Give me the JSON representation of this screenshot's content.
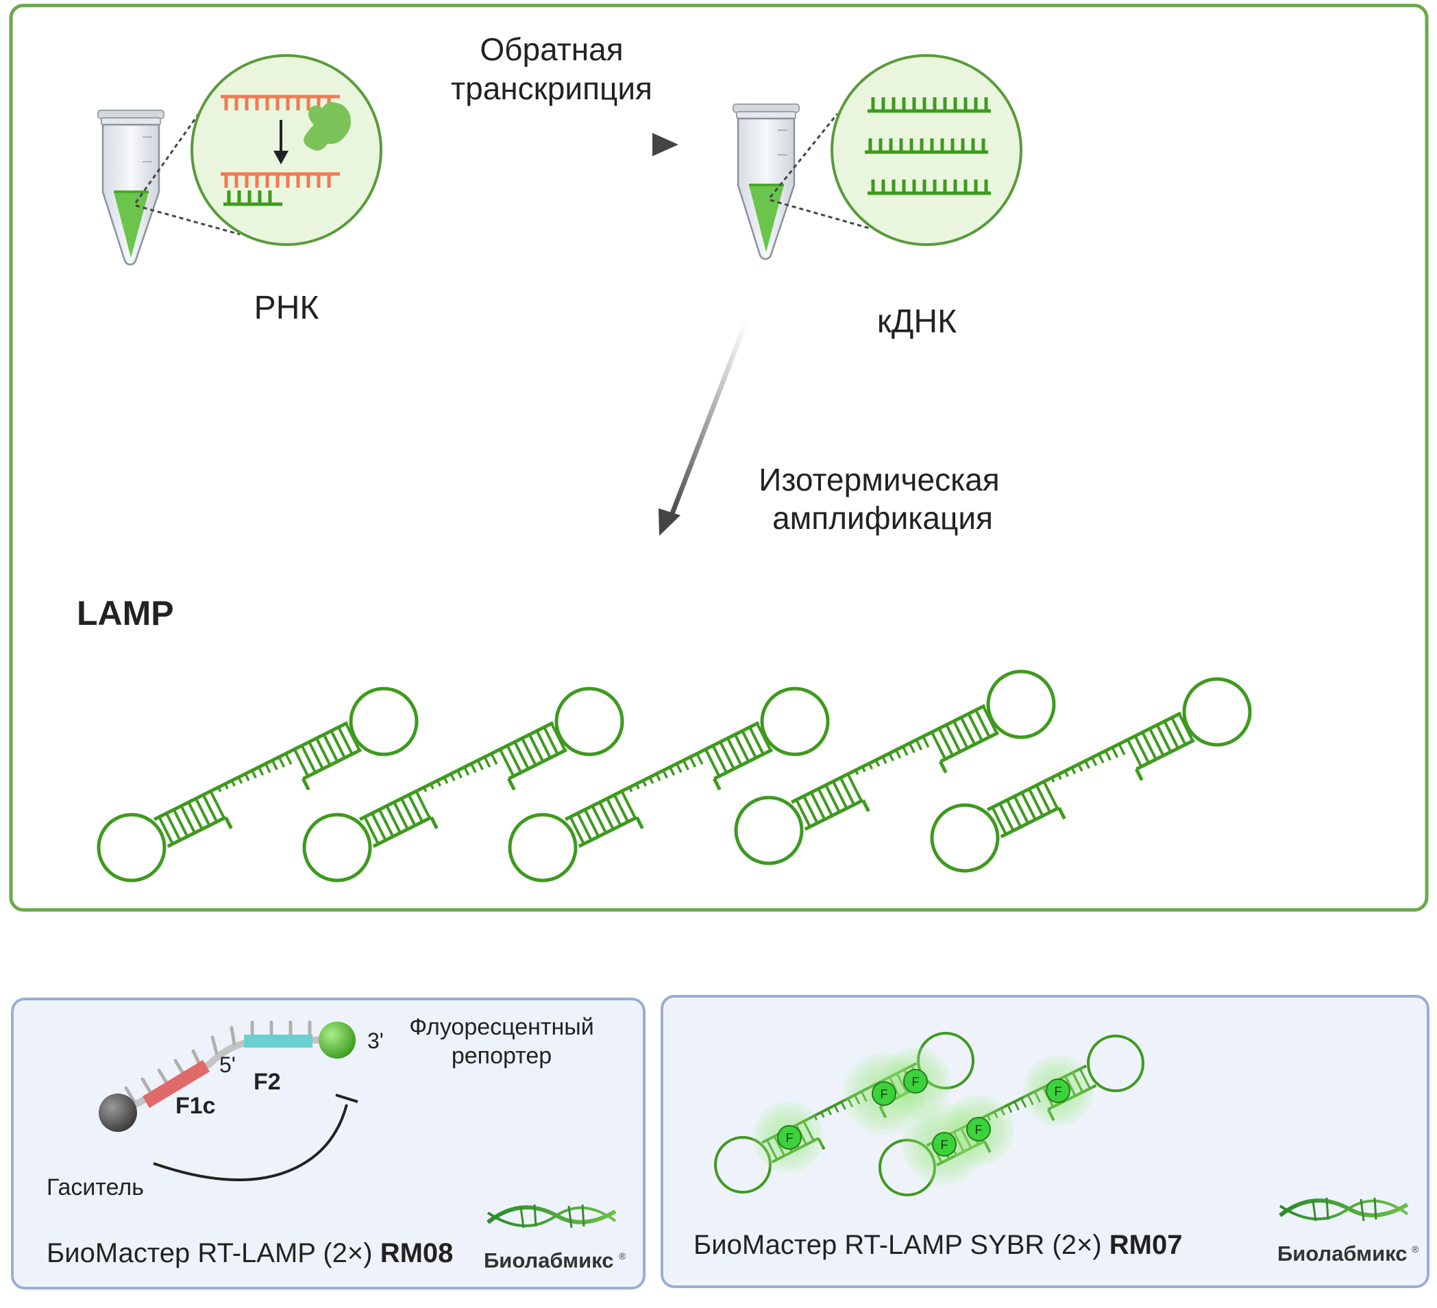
{
  "top_panel": {
    "step_rt": {
      "label_line1": "Обратная",
      "label_line2": "транскрипция"
    },
    "rna_label": "РНК",
    "cdna_label": "кДНК",
    "step_amp": {
      "label_line1": "Изотермическая",
      "label_line2": "амплификация"
    },
    "lamp_title": "LAMP"
  },
  "panel_rm08": {
    "f1c_label": "F1c",
    "f2_label": "F2",
    "five_prime": "5'",
    "three_prime": "3'",
    "reporter_line1": "Флуоресцентный",
    "reporter_line2": "репортер",
    "quencher_label": "Гаситель",
    "product_name": "БиоМастер RT-LAMP (2×) ",
    "product_code": "RM08",
    "logo_text": "Биолабмикс",
    "logo_mark": "®"
  },
  "panel_rm07": {
    "fluor_letter": "F",
    "product_name": "БиоМастер RT-LAMP SYBR (2×) ",
    "product_code": "RM07",
    "logo_text": "Биолабмикс",
    "logo_mark": "®"
  },
  "colors": {
    "panel_border_top": "#6aaa4a",
    "panel_border_bottom": "#9aaed0",
    "panel_fill_bottom": "#eef3fb",
    "dna_green": "#3e9a1e",
    "rna_orange": "#f07a52",
    "enzyme_green": "#7cc45a",
    "liquid_green": "#5cc03a",
    "zoom_fill": "#e9f6dd",
    "fluor_green": "#3cd23c",
    "primer_red": "#e06a6a",
    "primer_teal": "#6acfcf",
    "quencher_gray": "#555555"
  }
}
